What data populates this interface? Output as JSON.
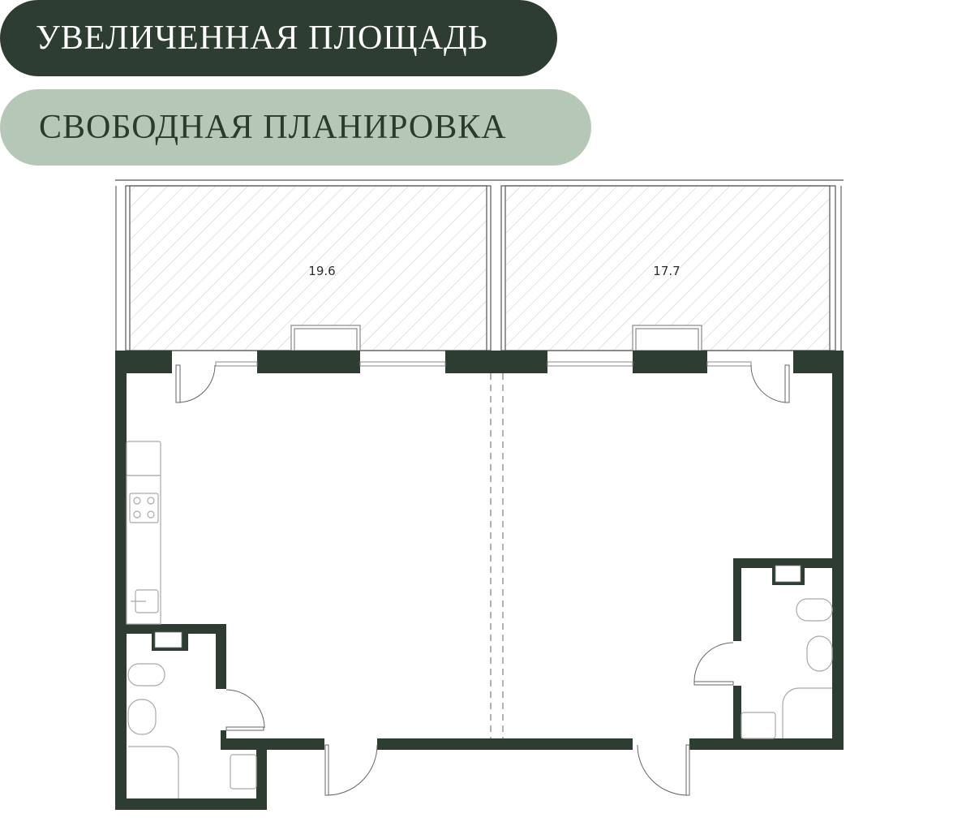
{
  "badges": {
    "area_label": "УВЕЛИЧЕННАЯ ПЛОЩАДЬ",
    "layout_label": "СВОБОДНАЯ ПЛАНИРОВКА"
  },
  "plan": {
    "balconies": [
      {
        "area": "19.6"
      },
      {
        "area": "17.7"
      }
    ]
  },
  "colors": {
    "wall": "#2e3d31",
    "badge_dark": "#2e3d31",
    "badge_light": "#b5c8b8",
    "fixture": "#a8aaa8"
  }
}
